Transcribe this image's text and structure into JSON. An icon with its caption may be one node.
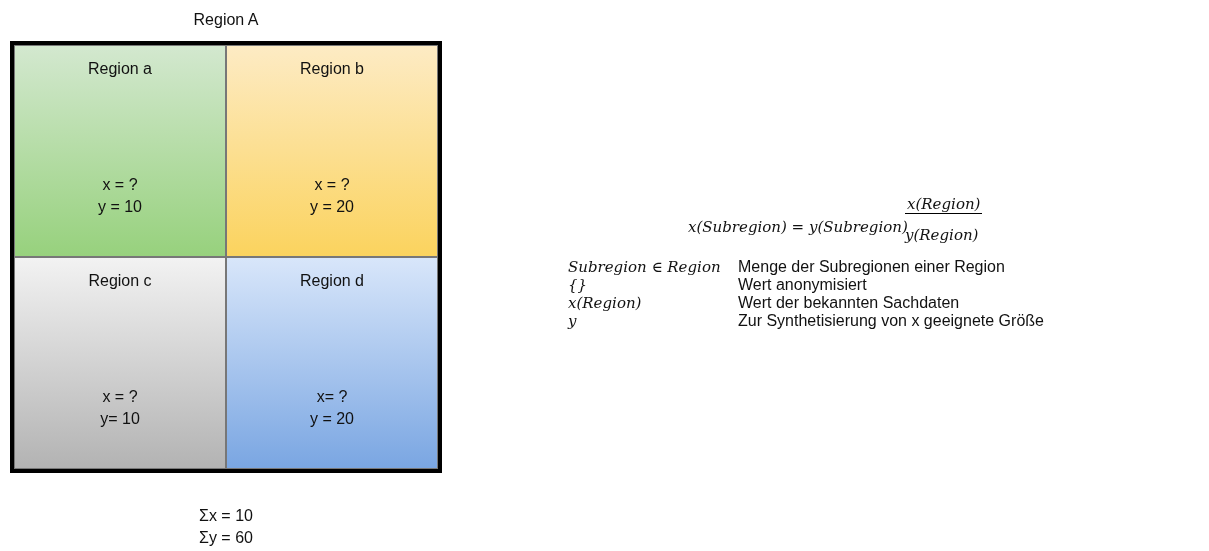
{
  "diagram": {
    "nodes": [
      {
        "text": [
          "Region A"
        ],
        "beside": [
          "Σx = 10",
          "Σy = 60"
        ]
      },
      {
        "text": [
          "Region a",
          "x = ?",
          "y = 10"
        ],
        "in": 0
      },
      {
        "text": [
          "Region b",
          "x = ?",
          "y = 20"
        ],
        "in": 0
      },
      {
        "text": [
          "Region c",
          "x = ?",
          "y= 10"
        ],
        "in": 0
      },
      {
        "text": [
          "Region d",
          "x= ?",
          "y = 20"
        ],
        "in": 0
      }
    ],
    "labels": [
      "x(Subregion) = y(Subregion)",
      "x(Region)",
      "y(Region)",
      "Subregion ∈ Region",
      "Menge der Subregionen einer Region",
      "{}",
      "Wert anonymisiert",
      "x(Region)",
      "Wert der bekannten Sachdaten",
      "y",
      "Zur Synthetisierung von x geeignete Größe"
    ]
  }
}
